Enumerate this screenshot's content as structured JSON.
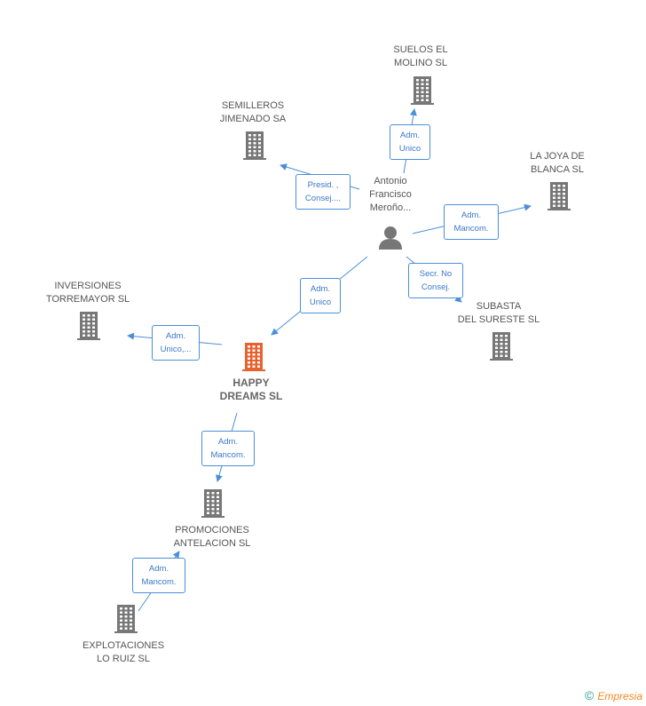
{
  "center_person": {
    "label": "Antonio\nFrancisco\nMeroño..."
  },
  "main_company": {
    "label": "HAPPY\nDREAMS SL",
    "color": "#e8622f"
  },
  "companies": [
    {
      "label": "SUELOS EL\nMOLINO SL"
    },
    {
      "label": "SEMILLEROS\nJIMENADO SA"
    },
    {
      "label": "LA JOYA DE\nBLANCA  SL"
    },
    {
      "label": "SUBASTA\nDEL SURESTE SL"
    },
    {
      "label": "INVERSIONES\nTORREMAYOR SL"
    },
    {
      "label": "PROMOCIONES\nANTELACION SL"
    },
    {
      "label": "EXPLOTACIONES\nLO RUIZ  SL"
    }
  ],
  "relations": [
    {
      "label": "Adm.\nUnico"
    },
    {
      "label": "Presid. ,\nConsej...."
    },
    {
      "label": "Adm.\nMancom."
    },
    {
      "label": "Secr.  No\nConsej."
    },
    {
      "label": "Adm.\nUnico"
    },
    {
      "label": "Adm.\nUnico,..."
    },
    {
      "label": "Adm.\nMancom."
    },
    {
      "label": "Adm.\nMancom."
    }
  ],
  "colors": {
    "edge": "#4a8fd9",
    "icon": "#777777",
    "accent": "#e8622f"
  },
  "brand": {
    "copyright": "©",
    "name": "Empresia"
  }
}
